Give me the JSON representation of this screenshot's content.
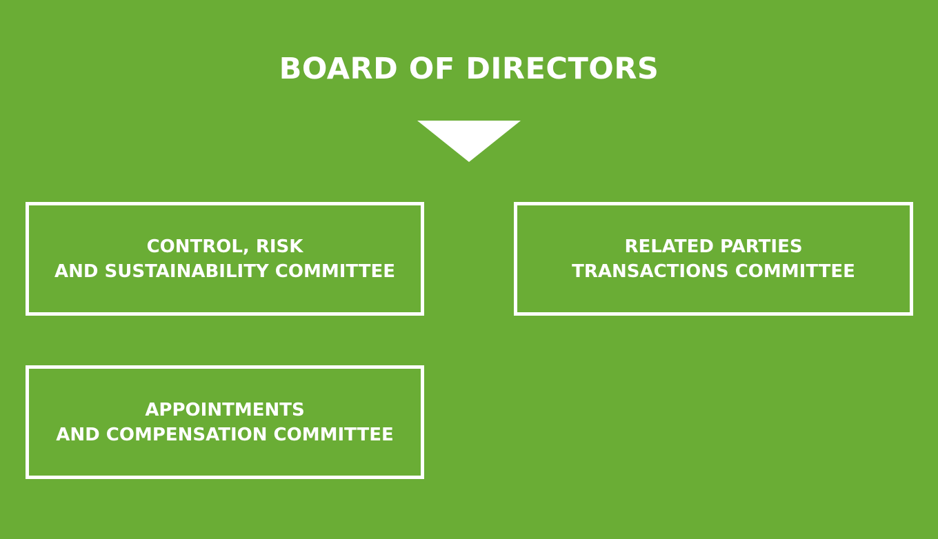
{
  "diagram": {
    "title": "BOARD OF DIRECTORS",
    "arrow_icon": "triangle-down-icon",
    "background_color": "#6aad35",
    "foreground_color": "#ffffff",
    "committees": [
      {
        "line1": "CONTROL, RISK",
        "line2": "AND SUSTAINABILITY COMMITTEE"
      },
      {
        "line1": "RELATED PARTIES",
        "line2": "TRANSACTIONS COMMITTEE"
      },
      {
        "line1": "APPOINTMENTS",
        "line2": "AND COMPENSATION COMMITTEE"
      }
    ]
  }
}
